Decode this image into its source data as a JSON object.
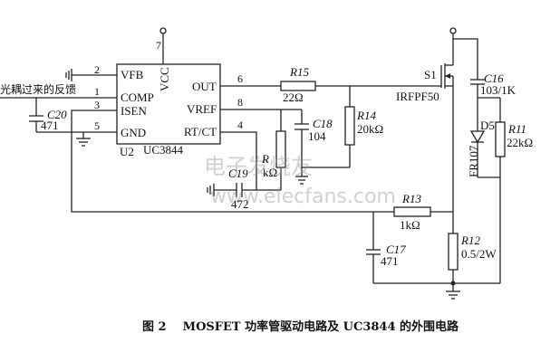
{
  "ic": {
    "ref": "U2",
    "part": "UC3844",
    "vcc": "VCC",
    "pins": {
      "vfb": "VFB",
      "comp": "COMP",
      "isen": "ISEN",
      "gnd": "GND",
      "out": "OUT",
      "vref": "VREF",
      "rtct": "RT/CT"
    },
    "pin_numbers": {
      "vcc": "7",
      "vfb": "2",
      "comp": "1",
      "isen": "3",
      "gnd": "5",
      "out": "6",
      "vref": "8",
      "rtct": "4"
    }
  },
  "feedback_label": "光耦过来的反馈",
  "components": {
    "c20": {
      "ref": "C20",
      "value": "471"
    },
    "r15": {
      "ref": "R15",
      "value": "22Ω"
    },
    "r14": {
      "ref": "R14",
      "value": "20kΩ"
    },
    "c18": {
      "ref": "C18",
      "value": "104"
    },
    "r16": {
      "ref": "R",
      "value": "kΩ"
    },
    "c19": {
      "ref": "C19",
      "value": "472"
    },
    "s1": {
      "ref": "S1",
      "value": "IRFPF50"
    },
    "c16": {
      "ref": "C16",
      "value": "103/1K"
    },
    "d5": {
      "ref": "D5",
      "value": "FR107"
    },
    "r11": {
      "ref": "R11",
      "value": "22kΩ"
    },
    "r13": {
      "ref": "R13",
      "value": "1kΩ"
    },
    "c17": {
      "ref": "C17",
      "value": "471"
    },
    "r12": {
      "ref": "R12",
      "value": "0.5/2W"
    }
  },
  "caption": "图 2    MOSFET 功率管驱动电路及 UC3844 的外围电路",
  "watermark": {
    "cn": "电子发烧友",
    "url": "www.elecfans.com"
  }
}
